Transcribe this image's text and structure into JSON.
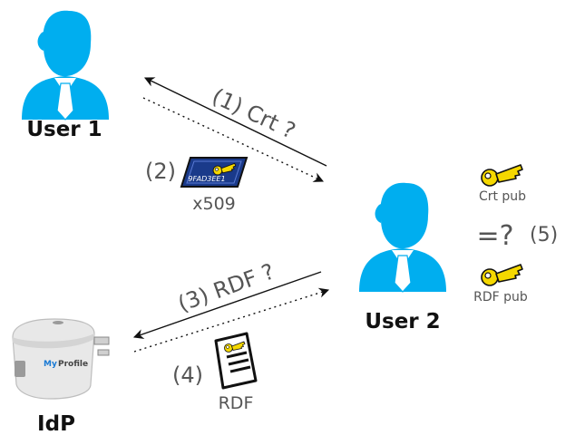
{
  "actors": {
    "user1": "User 1",
    "user2": "User 2",
    "idp": "IdP"
  },
  "steps": {
    "step1": "(1) Crt ?",
    "step2": "(2)",
    "step2_caption": "x509",
    "certificate_id": "9FAD3EE1",
    "step3": "(3) RDF ?",
    "step4": "(4)",
    "step4_caption": "RDF",
    "keys": {
      "crt_pub": "Crt pub",
      "rdf_pub": "RDF pub"
    },
    "comparison": "=?",
    "step5": "(5)"
  },
  "device": {
    "brand_my": "My",
    "brand_profile": "Profile"
  },
  "colors": {
    "person": "#00aeef",
    "key": "#f5d800",
    "certificate": "#1a3a8a",
    "arrow": "#111111",
    "label": "#555555"
  }
}
